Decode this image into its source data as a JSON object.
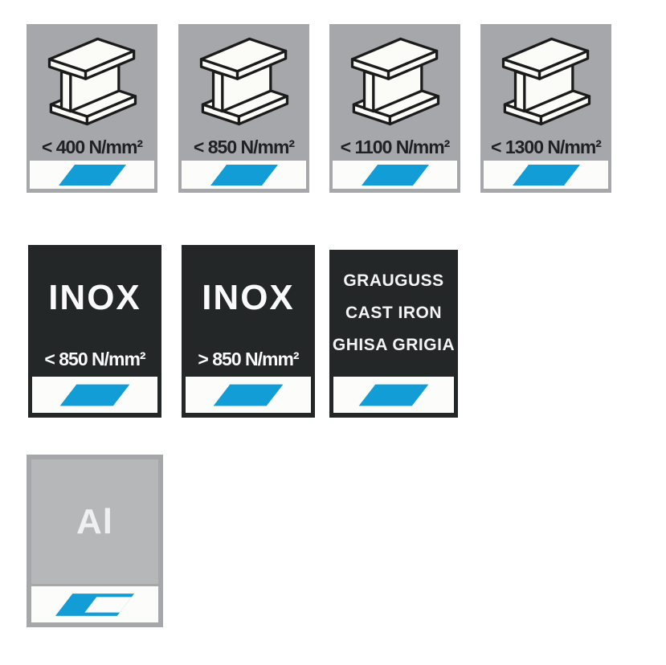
{
  "colors": {
    "blue": "#129dd7",
    "steel_gray": "#a5a7aa",
    "dark_tile": "#232728",
    "al_frame": "#a5a7aa",
    "al_inner": "#b5b7b9",
    "strip_white": "#fcfcfa",
    "text_dark": "#1e2224",
    "text_light": "#ffffff"
  },
  "icons": {
    "steel_beam": "steel-i-beam-icon",
    "marker_full": "blue-parallelogram-marker",
    "marker_half": "half-filled-parallelogram-marker"
  },
  "steel_tiles": [
    {
      "label": "< 400 N/mm²"
    },
    {
      "label": "< 850 N/mm²"
    },
    {
      "label": "< 1100 N/mm²"
    },
    {
      "label": "< 1300 N/mm²"
    }
  ],
  "inox_tiles": [
    {
      "title": "INOX",
      "label": "< 850 N/mm²"
    },
    {
      "title": "INOX",
      "label": "> 850 N/mm²"
    }
  ],
  "cast_iron_tile": {
    "line1": "GRAUGUSS",
    "line2": "CAST IRON",
    "line3": "GHISA GRIGIA"
  },
  "aluminium_tile": {
    "label": "Al"
  }
}
